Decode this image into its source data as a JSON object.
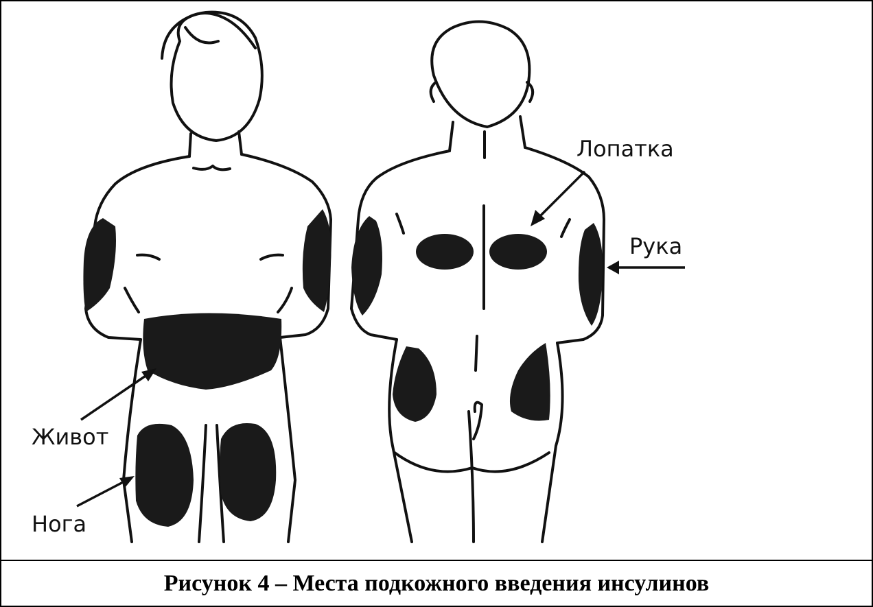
{
  "figure": {
    "labels": {
      "abdomen": "Живот",
      "leg": "Нога",
      "scapula": "Лопатка",
      "arm": "Рука"
    }
  },
  "caption": "Рисунок 4 – Места подкожного введения инсулинов"
}
